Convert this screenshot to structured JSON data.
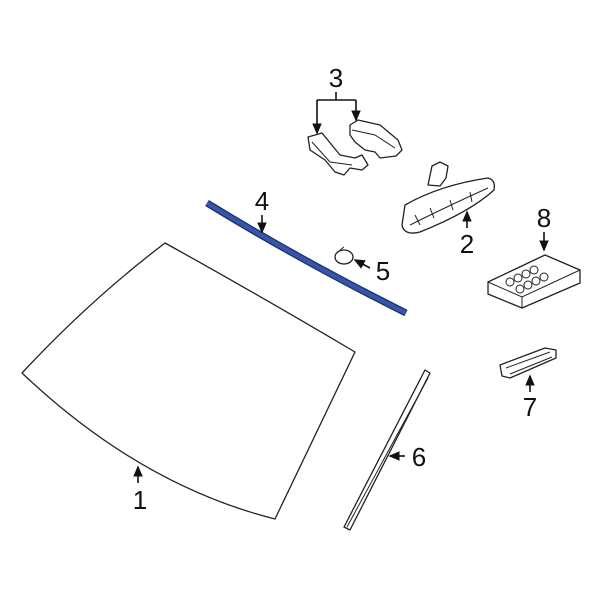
{
  "diagram": {
    "background": "#ffffff",
    "highlight_color": "#2f4f9e",
    "line_color": "#222222",
    "parts": [
      {
        "id": "part-1",
        "callout": "1",
        "name": "windshield",
        "highlighted": false
      },
      {
        "id": "part-2",
        "callout": "2",
        "name": "rear-view-mirror",
        "highlighted": false
      },
      {
        "id": "part-3",
        "callout": "3",
        "name": "mirror-cover-pair",
        "highlighted": false
      },
      {
        "id": "part-4",
        "callout": "4",
        "name": "windshield-upper-molding",
        "highlighted": true
      },
      {
        "id": "part-5",
        "callout": "5",
        "name": "clip",
        "highlighted": false
      },
      {
        "id": "part-6",
        "callout": "6",
        "name": "side-molding",
        "highlighted": false
      },
      {
        "id": "part-7",
        "callout": "7",
        "name": "bracket",
        "highlighted": false
      },
      {
        "id": "part-8",
        "callout": "8",
        "name": "sensor-module",
        "highlighted": false
      }
    ]
  }
}
